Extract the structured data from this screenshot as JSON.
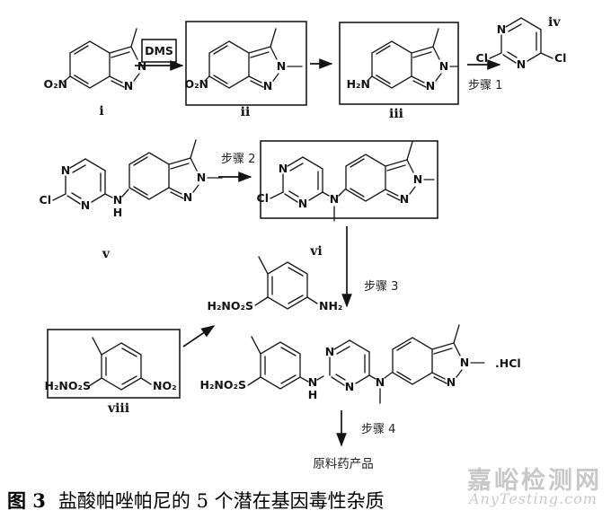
{
  "atoms": {
    "n": "N",
    "h": "H",
    "cl": "Cl",
    "nitro": "O₂N",
    "amino": "H₂N",
    "sulfonamide": "H₂NO₂S",
    "amine": "NH₂",
    "nitro2": "NO₂",
    "hcl": ".HCl"
  },
  "reagents": {
    "dms": "DMS"
  },
  "steps": {
    "s1": "步骤 1",
    "s2": "步骤 2",
    "s3": "步骤 3",
    "s4": "步骤 4"
  },
  "labels": {
    "i": "i",
    "ii": "ii",
    "iii": "iii",
    "iv": "iv",
    "v": "v",
    "vi": "vi",
    "viii": "viii"
  },
  "product": {
    "api": "原料药产品"
  },
  "caption": {
    "tag": "图 3",
    "text": "盐酸帕唑帕尼的 5 个潜在基因毒性杂质"
  },
  "watermark": {
    "cn": "嘉峪检测网",
    "en": "AnyTesting.com"
  },
  "colors": {
    "ink": "#1a1a1a",
    "watermark": "#c8c8c8",
    "background": "#ffffff"
  }
}
